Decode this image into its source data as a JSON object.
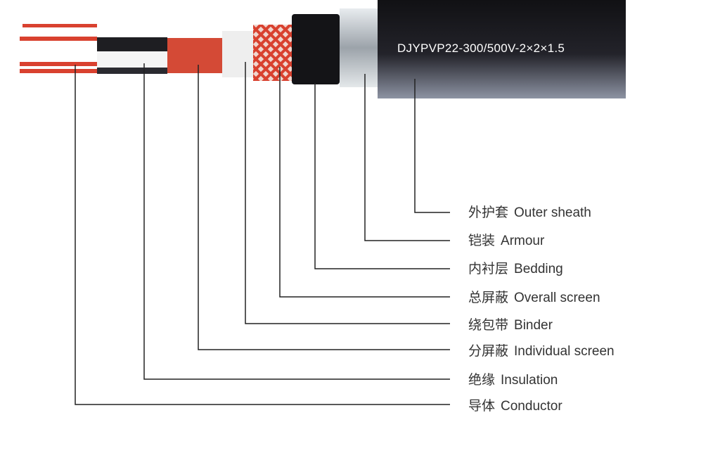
{
  "cable_model": "DJYPVP22-300/500V-2×2×1.5",
  "layers": [
    {
      "zh": "外护套",
      "en": "Outer sheath"
    },
    {
      "zh": "铠装",
      "en": "Armour"
    },
    {
      "zh": "内衬层",
      "en": "Bedding"
    },
    {
      "zh": "总屏蔽",
      "en": "Overall screen"
    },
    {
      "zh": "绕包带",
      "en": "Binder"
    },
    {
      "zh": "分屏蔽",
      "en": "Individual screen"
    },
    {
      "zh": "绝缘",
      "en": "Insulation"
    },
    {
      "zh": "导体",
      "en": "Conductor"
    }
  ],
  "colors": {
    "copper": "#d9412f",
    "sheath": "#1c1c22",
    "armour": "#c9ced3",
    "line": "#222222"
  }
}
